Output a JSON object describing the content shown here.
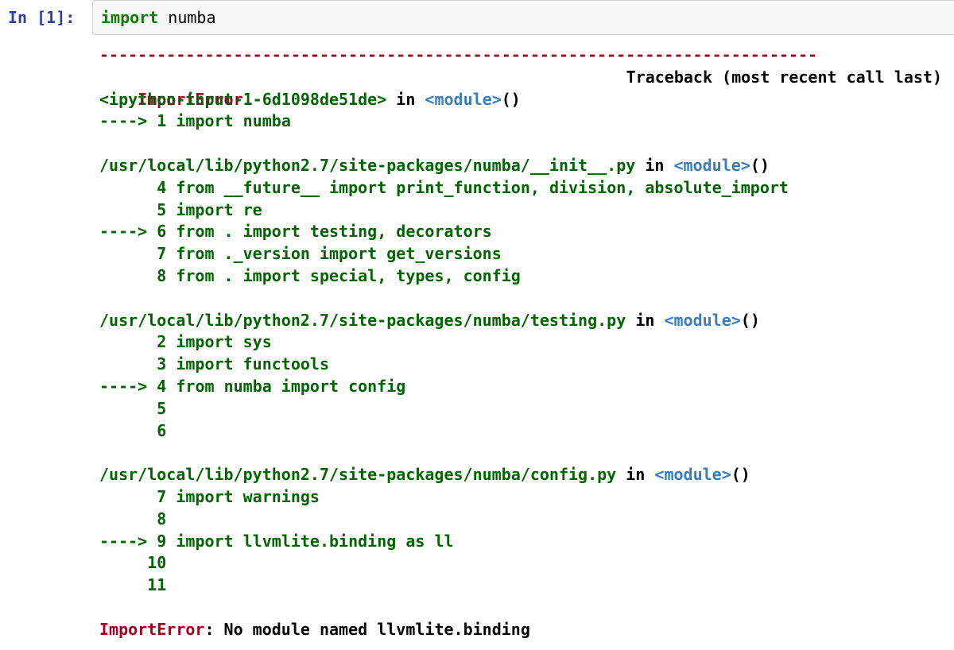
{
  "prompt": "In [1]:",
  "input": {
    "keyword": "import",
    "module": "numba"
  },
  "traceback": {
    "separator": "---------------------------------------------------------------------------",
    "error_type": "ImportError",
    "traceback_header": "Traceback (most recent call last)",
    "frames": [
      {
        "file": "<ipython-input-1-6d1098de51de>",
        "in_word": "in",
        "func": "<module>",
        "parens": "()",
        "lines": [
          {
            "marker": "---->",
            "num": "1",
            "code_kw": "import",
            "code_rest": "numba"
          }
        ]
      },
      {
        "file": "/usr/local/lib/python2.7/site-packages/numba/__init__.py",
        "in_word": "in",
        "func": "<module>",
        "parens": "()",
        "lines": [
          {
            "marker": "",
            "num": "4",
            "text": "from __future__ import print_function, division, absolute_import"
          },
          {
            "marker": "",
            "num": "5",
            "text": "import re"
          },
          {
            "marker": "---->",
            "num": "6",
            "text": "from . import testing, decorators"
          },
          {
            "marker": "",
            "num": "7",
            "text": "from ._version import get_versions"
          },
          {
            "marker": "",
            "num": "8",
            "text": "from . import special, types, config"
          }
        ]
      },
      {
        "file": "/usr/local/lib/python2.7/site-packages/numba/testing.py",
        "in_word": "in",
        "func": "<module>",
        "parens": "()",
        "lines": [
          {
            "marker": "",
            "num": "2",
            "text": "import sys"
          },
          {
            "marker": "",
            "num": "3",
            "text": "import functools"
          },
          {
            "marker": "---->",
            "num": "4",
            "text": "from numba import config"
          },
          {
            "marker": "",
            "num": "5",
            "text": ""
          },
          {
            "marker": "",
            "num": "6",
            "text": ""
          }
        ]
      },
      {
        "file": "/usr/local/lib/python2.7/site-packages/numba/config.py",
        "in_word": "in",
        "func": "<module>",
        "parens": "()",
        "lines": [
          {
            "marker": "",
            "num": "7",
            "text": "import warnings"
          },
          {
            "marker": "",
            "num": "8",
            "text": ""
          },
          {
            "marker": "---->",
            "num": "9",
            "text": "import llvmlite.binding as ll"
          },
          {
            "marker": "",
            "num": "10",
            "text": ""
          },
          {
            "marker": "",
            "num": "11",
            "text": ""
          }
        ]
      }
    ],
    "final_error_type": "ImportError",
    "final_colon": ":",
    "final_message": "No module named llvmlite.binding"
  }
}
